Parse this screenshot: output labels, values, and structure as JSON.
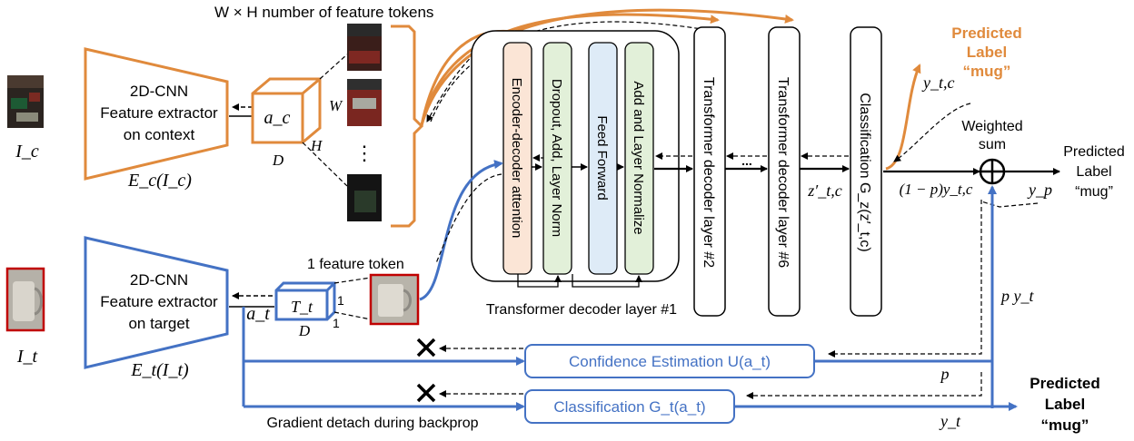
{
  "tokens_label": "W × H number of feature tokens",
  "context_image_label": "I_c",
  "target_image_label": "I_t",
  "context_cnn": {
    "lines": [
      "2D-CNN",
      "Feature extractor",
      "on context"
    ],
    "caption": "E_c(I_c)"
  },
  "target_cnn": {
    "lines": [
      "2D-CNN",
      "Feature extractor",
      "on target"
    ],
    "caption": "E_t(I_t)"
  },
  "context_cube": {
    "label": "a_c",
    "w": "W",
    "h": "H",
    "d": "D"
  },
  "target_cube": {
    "label": "T_t",
    "one_a": "1",
    "one_b": "1",
    "d": "D",
    "a_t": "a_t"
  },
  "one_token_label": "1 feature token",
  "ellipsis": "⋮",
  "decoder": {
    "caption": "Transformer decoder layer #1",
    "blocks": [
      "Encoder-decoder attention",
      "Dropout, Add, Layer Norm",
      "Feed Forward",
      "Add and Layer Normalize"
    ]
  },
  "layer2": "Transformer decoder layer #2",
  "layer6": "Transformer decoder layer #6",
  "dots": "...",
  "z_label": "z′_t,c",
  "classification_box": "Classification  G_z(z′_t,c)",
  "y_tc": "y_t,c",
  "one_minus_p": "(1 − p)y_t,c",
  "weighted_sum": [
    "Weighted",
    "sum"
  ],
  "y_p": "y_p",
  "p_y_t": "p y_t",
  "p": "p",
  "y_t": "y_t",
  "pred_top": [
    "Predicted",
    "Label",
    "“mug”"
  ],
  "pred_right": [
    "Predicted",
    "Label",
    "“mug”"
  ],
  "pred_bottom": [
    "Predicted",
    "Label",
    "“mug”"
  ],
  "confidence_box": "Confidence Estimation  U(a_t)",
  "classification_t_box": "Classification  G_t(a_t)",
  "gradient_note": "Gradient detach during backprop",
  "colors": {
    "orange": "#E08A3C",
    "blue": "#4472C4",
    "attn": "#FBE5D6",
    "green": "#E2F0D9",
    "ff": "#DEEBF7",
    "red": "#C00000"
  }
}
